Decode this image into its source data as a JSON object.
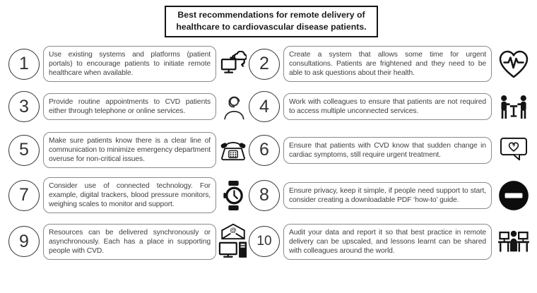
{
  "title": "Best recommendations for remote delivery of healthcare to cardiovascular disease patients.",
  "items": [
    {
      "number": "1",
      "icon": "computer-cloud-sync",
      "text": "Use existing systems and platforms (patient portals) to encourage patients to initiate remote healthcare when available."
    },
    {
      "number": "2",
      "icon": "heart-ekg",
      "text": "Create a system that allows some time for urgent consultations. Patients are frightened and they need to be able to ask questions about their health."
    },
    {
      "number": "3",
      "icon": "support-agent",
      "text": "Provide routine appointments to CVD patients either through telephone or online services."
    },
    {
      "number": "4",
      "icon": "colleagues-meeting",
      "text": "Work with colleagues to ensure that patients are not required to access multiple unconnected services."
    },
    {
      "number": "5",
      "icon": "telephone",
      "text": "Make sure patients know there is a clear line of communication to minimize emergency department overuse for non-critical issues."
    },
    {
      "number": "6",
      "icon": "heart-message-bubble",
      "text": "Ensure that patients with CVD know that sudden change in cardiac symptoms, still require urgent treatment."
    },
    {
      "number": "7",
      "icon": "smartwatch",
      "text": "Consider use of connected technology. For example, digital trackers, blood pressure monitors, weighing scales to monitor and support."
    },
    {
      "number": "8",
      "icon": "no-entry",
      "text": "Ensure privacy, keep it simple, if people need support to start, consider creating a downloadable PDF ‘how-to’ guide."
    },
    {
      "number": "9",
      "icon": "email-and-computer",
      "text": "Resources can be delivered synchronously or asynchronously. Each has a place in supporting people with CVD."
    },
    {
      "number": "10",
      "icon": "workstation-person",
      "text": "Audit your data and report it so that best practice in remote delivery can be upscaled, and lessons learnt can be shared with colleagues around the world."
    }
  ]
}
